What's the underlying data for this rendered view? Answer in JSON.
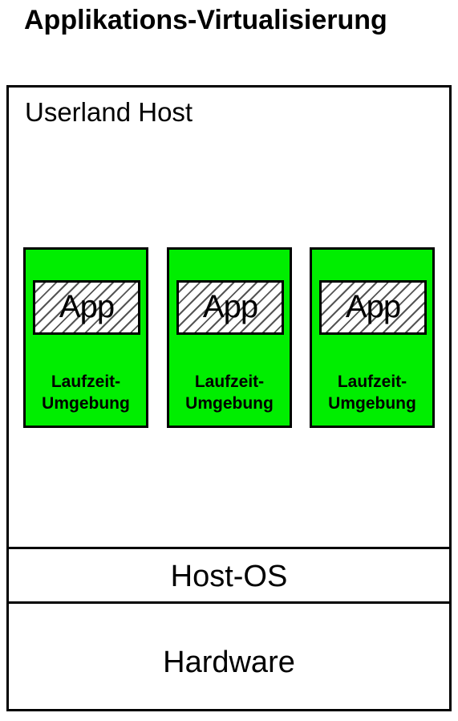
{
  "title": "Applikations-Virtualisierung",
  "userland": {
    "label": "Userland Host"
  },
  "runtimes": [
    {
      "app_label": "App",
      "label_line1": "Laufzeit-",
      "label_line2": "Umgebung"
    },
    {
      "app_label": "App",
      "label_line1": "Laufzeit-",
      "label_line2": "Umgebung"
    },
    {
      "app_label": "App",
      "label_line1": "Laufzeit-",
      "label_line2": "Umgebung"
    }
  ],
  "host_os": {
    "label": "Host-OS"
  },
  "hardware": {
    "label": "Hardware"
  },
  "colors": {
    "runtime_fill": "#00ee00",
    "app_hatch": "#555555",
    "border": "#000000"
  }
}
